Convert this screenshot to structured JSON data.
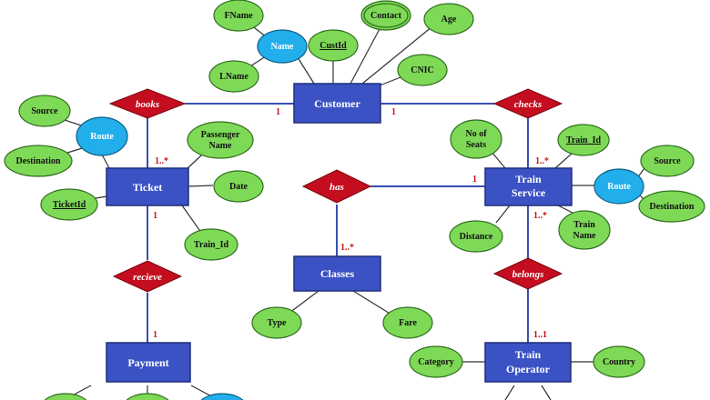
{
  "entities": {
    "customer": "Customer",
    "ticket": "Ticket",
    "train_service": [
      "Train",
      "Service"
    ],
    "classes": "Classes",
    "payment": "Payment",
    "train_operator": [
      "Train",
      "Operator"
    ]
  },
  "relationships": {
    "books": "books",
    "checks": "checks",
    "has": "has",
    "recieve": "recieve",
    "belongs": "belongs"
  },
  "attributes": {
    "fname": "FName",
    "name": "Name",
    "lname": "LName",
    "custid": "CustId",
    "contact": "Contact",
    "age": "Age",
    "cnic": "CNIC",
    "route_left": "Route",
    "source_left": "Source",
    "destination_left": "Destination",
    "ticketid": "TicketId",
    "passenger_name": [
      "Passenger",
      "Name"
    ],
    "date": "Date",
    "train_id_ticket": "Train_Id",
    "no_of_seats": [
      "No of",
      "Seats"
    ],
    "train_id_service": "Train_Id",
    "route_right": "Route",
    "source_right": "Source",
    "destination_right": "Destination",
    "distance": "Distance",
    "train_name": [
      "Train",
      "Name"
    ],
    "type": "Type",
    "fare": "Fare",
    "category": "Category",
    "country": "Country"
  },
  "cardinalities": {
    "books_customer": "1",
    "books_ticket": "1..*",
    "checks_customer": "1",
    "checks_service": "1..*",
    "has_service": "1",
    "has_classes": "1..*",
    "recieve_ticket": "1",
    "recieve_payment": "1",
    "belongs_service": "1..*",
    "belongs_operator": "1..1"
  },
  "colors": {
    "entity": "#3a52c4",
    "attribute": "#7ed957",
    "composite_attribute": "#22aeea",
    "relationship": "#c40d1e",
    "cardinality": "#c8141e"
  }
}
